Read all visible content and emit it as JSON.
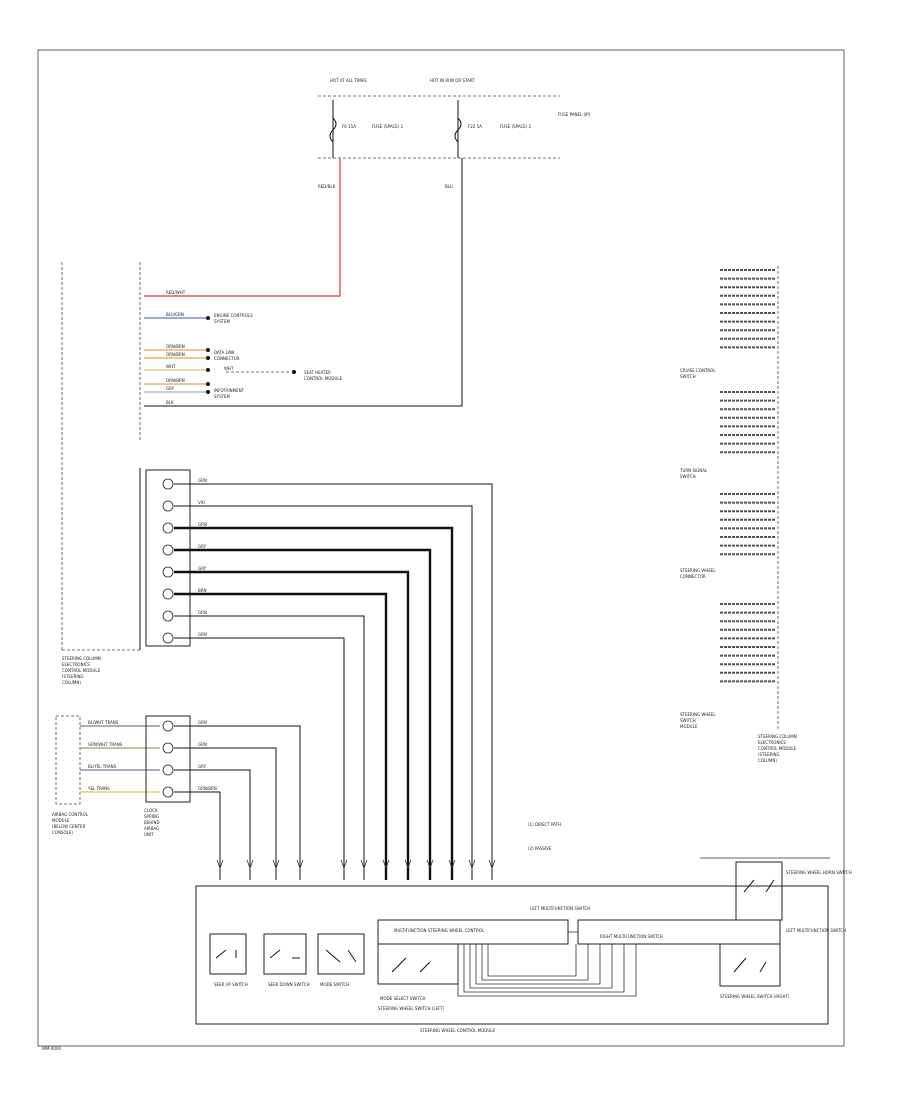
{
  "diagram": {
    "footer_code": "WM-0000",
    "fuse_panel": {
      "hot_at_left": "HOT AT ALL TIMES",
      "hot_at_right": "HOT IN RUN OR START",
      "fuse_left_id": "F6 15A",
      "fuse_left_label": "FUSE (SPACE) 1",
      "fuse_right_id": "F22 5A",
      "fuse_right_label": "FUSE (SPACE) 2",
      "panel_label": "FUSE PANEL (IP)",
      "wire_left": "RED/BLK",
      "wire_right": "BLU"
    },
    "left_module": {
      "label_lines": [
        "STEERING COLUMN",
        "ELECTRONICS",
        "CONTROL MODULE",
        "(STEERING",
        "COLUMN)"
      ],
      "power_wire": "RED/WHT",
      "bus_wire": "BLU/GRN",
      "bus_label_lines": [
        "ENGINE CONTROLS",
        "SYSTEM"
      ],
      "wire_group_labels": [
        "DATA LINK",
        "CONNECTOR",
        "INFOTAINMENT",
        "SYSTEM"
      ],
      "aux_wire": "WHT",
      "aux_label_lines": [
        "SEAT HEATER",
        "CONTROL MODULE"
      ],
      "ground_wire": "BLK",
      "mid_signals": [
        "ORN/BRN",
        "ORN/BRN",
        "WHT",
        "ORN/BRN",
        "GRY"
      ]
    },
    "left_connector_wires": [
      "GRN",
      "VIO",
      "GRN",
      "GRY",
      "GRY",
      "BRN",
      "GRN",
      "GRN"
    ],
    "horn_module": {
      "label_lines": [
        "AIRBAG CONTROL",
        "MODULE",
        "(BELOW CENTER",
        "CONSOLE)"
      ],
      "wires": [
        "BL/WHT TRANS",
        "GRN/WHT TRANS",
        "BL/YEL TRANS",
        "YEL TRANS"
      ]
    },
    "clock_spring": {
      "label_lines": [
        "CLOCK",
        "SPRING",
        "BEHIND",
        "AIRBAG",
        "UNIT"
      ],
      "wires": [
        "GRN",
        "GRN",
        "GRY",
        "GRN/BRN"
      ]
    },
    "notes": [
      "(1) DIRECT PATH",
      "(2) PASSIVE"
    ],
    "right_module": {
      "label_a_lines": [
        "CRUISE CONTROL",
        "SWITCH"
      ],
      "label_b_lines": [
        "TURN SIGNAL",
        "SWITCH"
      ],
      "label_c_lines": [
        "STEERING WHEEL",
        "CONNECTOR"
      ],
      "label_d_lines": [
        "STEERING WHEEL",
        "SWITCH",
        "MODULE"
      ],
      "label_e_lines": [
        "STEERING COLUMN",
        "ELECTRONICS",
        "CONTROL MODULE",
        "(STEERING",
        "COLUMN)"
      ]
    },
    "steering_wheel": {
      "module_label": "STEERING WHEEL CONTROL MODULE",
      "switch_labels": [
        "SEEK UP SWITCH",
        "SEEK DOWN SWITCH",
        "MODE SWITCH"
      ],
      "left_switch_label": "MODE SELECT SWITCH",
      "multifunction_label": "MULTIFUNCTION STEERING WHEEL CONTROL",
      "left_multi_label": "LEFT MULTIFUNCTION SWITCH",
      "right_multi_label": "RIGHT MULTIFUNCTION SWITCH",
      "left_bottom_label": "STEERING WHEEL SWITCH (LEFT)",
      "right_bottom_label": "STEERING WHEEL SWITCH (RIGHT)",
      "box_top_right": "STEERING WHEEL HORN SWITCH",
      "side_label": "LEFT MULTIFUNCTION SWITCH"
    }
  }
}
